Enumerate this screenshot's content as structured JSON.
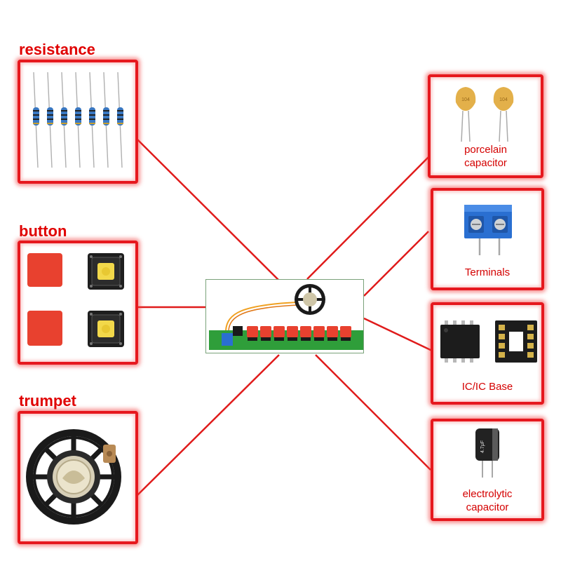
{
  "components": {
    "resistance": {
      "label": "resistance"
    },
    "button": {
      "label": "button"
    },
    "trumpet": {
      "label": "trumpet"
    },
    "porcelain_capacitor": {
      "line1": "porcelain",
      "line2": "capacitor",
      "marking": "104"
    },
    "terminals": {
      "label": "Terminals"
    },
    "ic_base": {
      "label": "IC/IC Base"
    },
    "electrolytic_capacitor": {
      "line1": "electrolytic",
      "line2": "capacitor",
      "marking": "4.7μF"
    }
  },
  "colors": {
    "accent": "#e00000",
    "frame": "#e6181e",
    "connector": "#e01b1b",
    "pcb": "#2f9e3a",
    "button_cap": "#e8412f",
    "terminal_blue": "#2a6fd1"
  }
}
